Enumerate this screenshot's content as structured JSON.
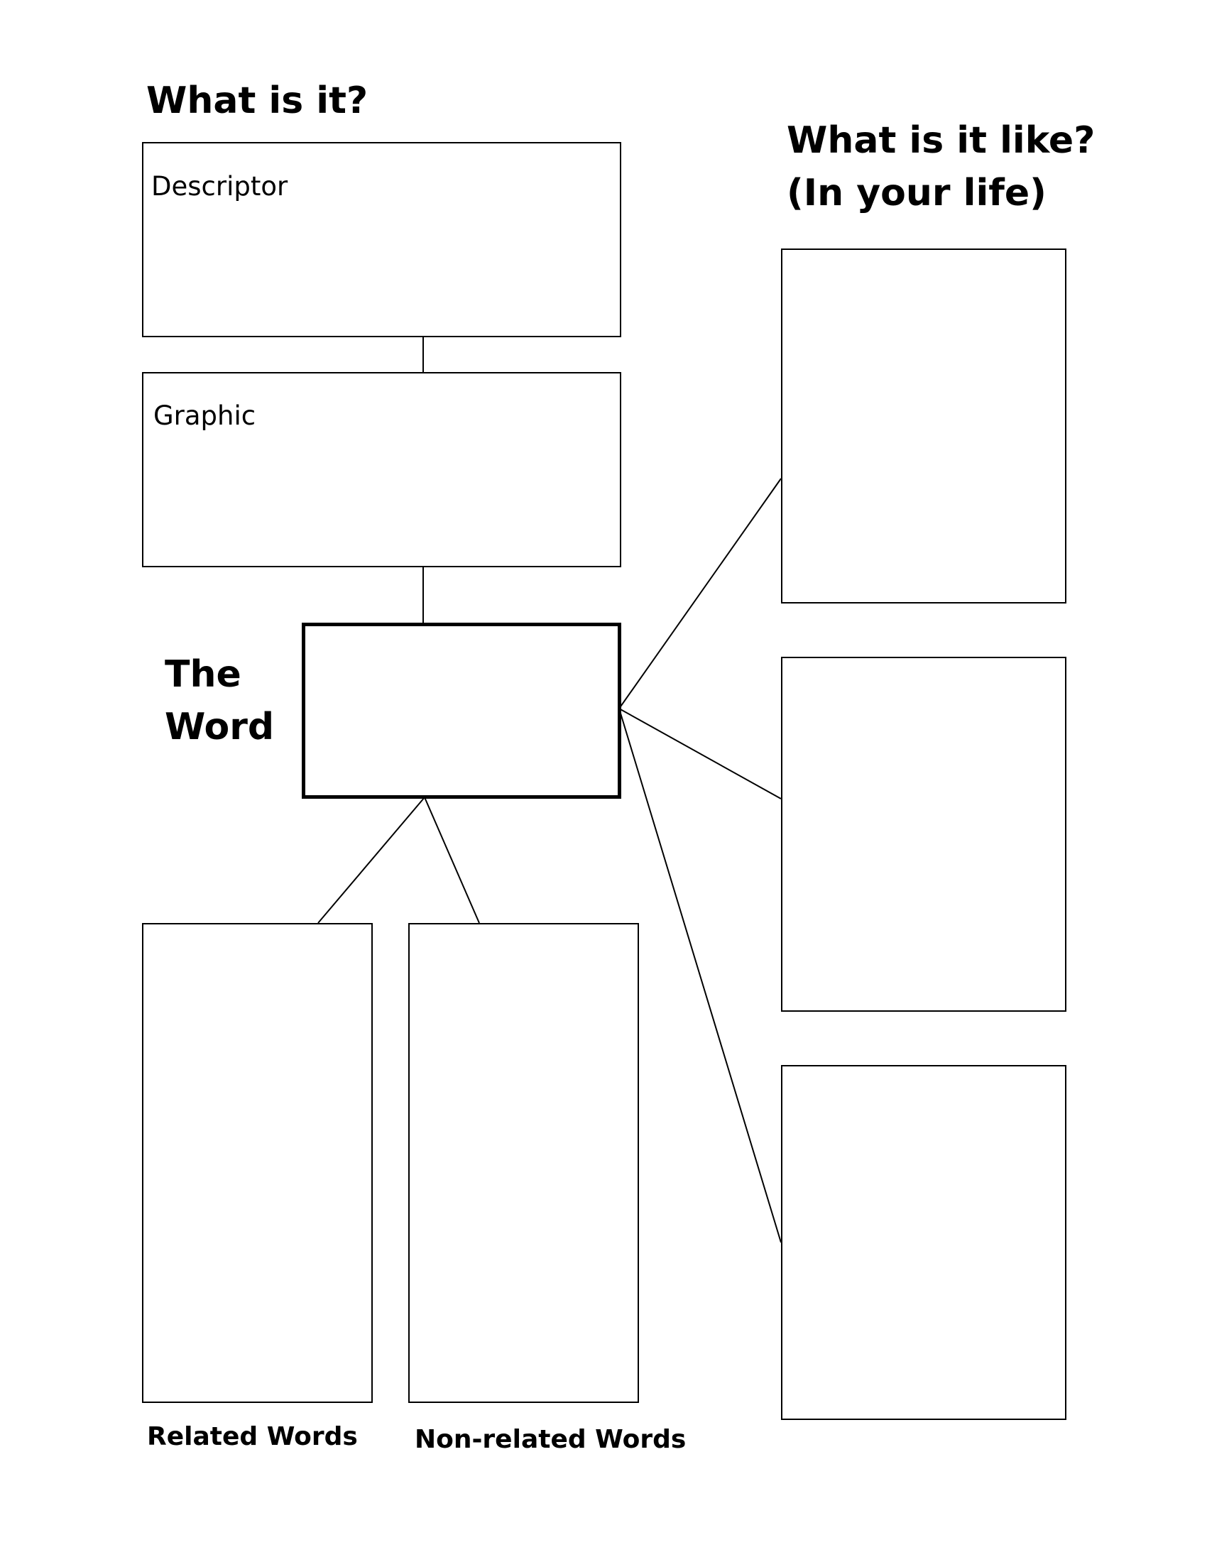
{
  "headings": {
    "what_is_it": "What is it?",
    "what_is_it_like": "What is it like?",
    "in_your_life": "(In your life)",
    "the": "The",
    "word": "Word",
    "related_words": "Related Words",
    "non_related_words": "Non-related Words"
  },
  "boxes": {
    "descriptor_label": "Descriptor",
    "graphic_label": "Graphic"
  },
  "colors": {
    "line": "#000000",
    "background": "#ffffff"
  }
}
